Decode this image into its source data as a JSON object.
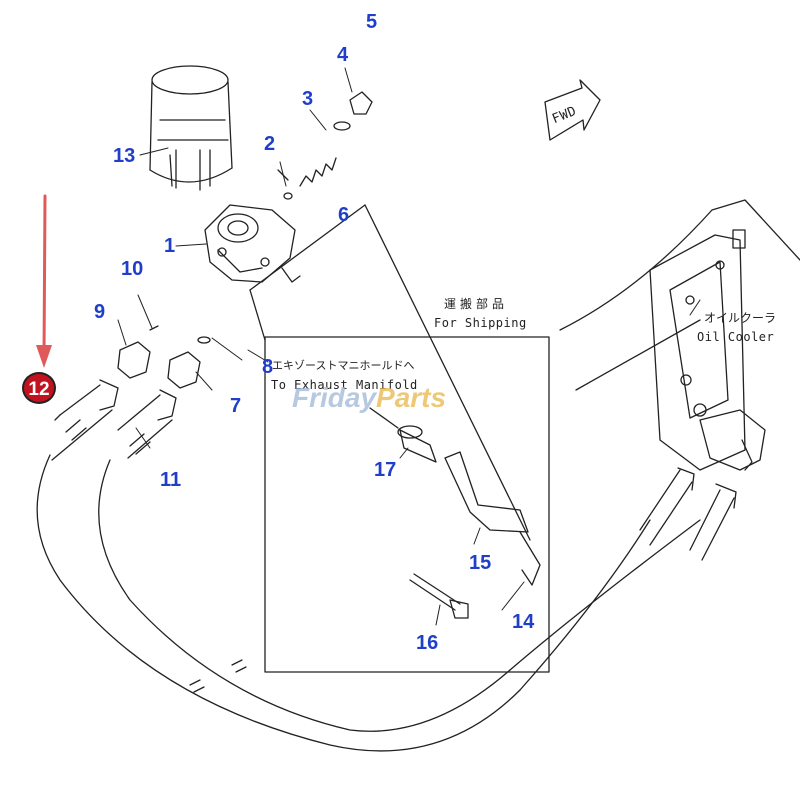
{
  "callouts": {
    "n1": "1",
    "n2": "2",
    "n3": "3",
    "n4": "4",
    "n5": "5",
    "n6": "6",
    "n7": "7",
    "n8": "8",
    "n9": "9",
    "n10": "10",
    "n11": "11",
    "n13": "13",
    "n14": "14",
    "n15": "15",
    "n16": "16",
    "n17": "17"
  },
  "highlight": {
    "label": "12",
    "color": "#c1121f"
  },
  "annotations": {
    "shipping_jp": "運搬部品",
    "shipping_en": "For Shipping",
    "exhaust_jp": "エキゾーストマニホールドへ",
    "exhaust_en": "To Exhaust Manifold",
    "oil_cooler_jp": "オイルクーラ",
    "oil_cooler_en": "Oil Cooler",
    "fwd": "FWD"
  },
  "watermark": {
    "brand_a": "Friday",
    "brand_b": "Parts"
  },
  "colors": {
    "callout_text": "#1f3fc8",
    "arrow": "#e05a5a",
    "line": "#222222"
  }
}
